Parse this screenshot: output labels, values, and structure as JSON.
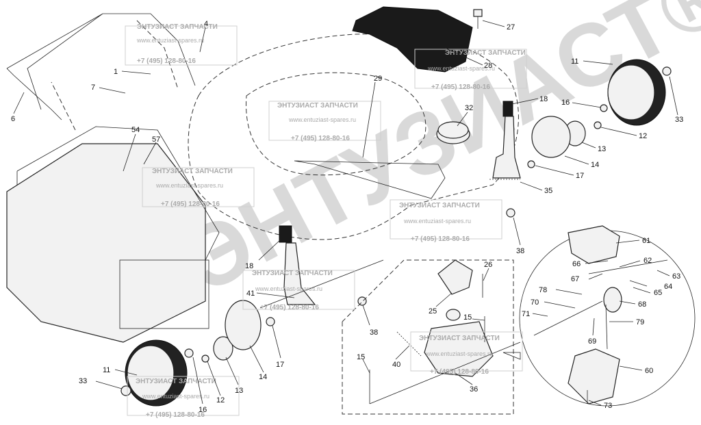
{
  "watermark": {
    "company": "ЭНТУЗИАСТ ЗАПЧАСТИ",
    "site": "www.entuziast-spares.ru",
    "phone": "+7 (495) 128-80-16",
    "big_text": "ЭНТУЗИАСТ®",
    "color": "#d9d9d9"
  },
  "callouts": [
    "1",
    "4",
    "6",
    "7",
    "54",
    "57",
    "29",
    "28",
    "27",
    "32",
    "11",
    "33",
    "16",
    "18",
    "12",
    "13",
    "14",
    "17",
    "35",
    "38",
    "18",
    "41",
    "26",
    "25",
    "15",
    "38",
    "40",
    "36",
    "15",
    "11",
    "33",
    "16",
    "12",
    "13",
    "14",
    "17",
    "61",
    "66",
    "62",
    "63",
    "67",
    "64",
    "65",
    "78",
    "70",
    "68",
    "71",
    "69",
    "79",
    "60",
    "73"
  ],
  "colors": {
    "line": "#222222",
    "fill": "#f2f2f2",
    "dark": "#1a1a1a"
  }
}
